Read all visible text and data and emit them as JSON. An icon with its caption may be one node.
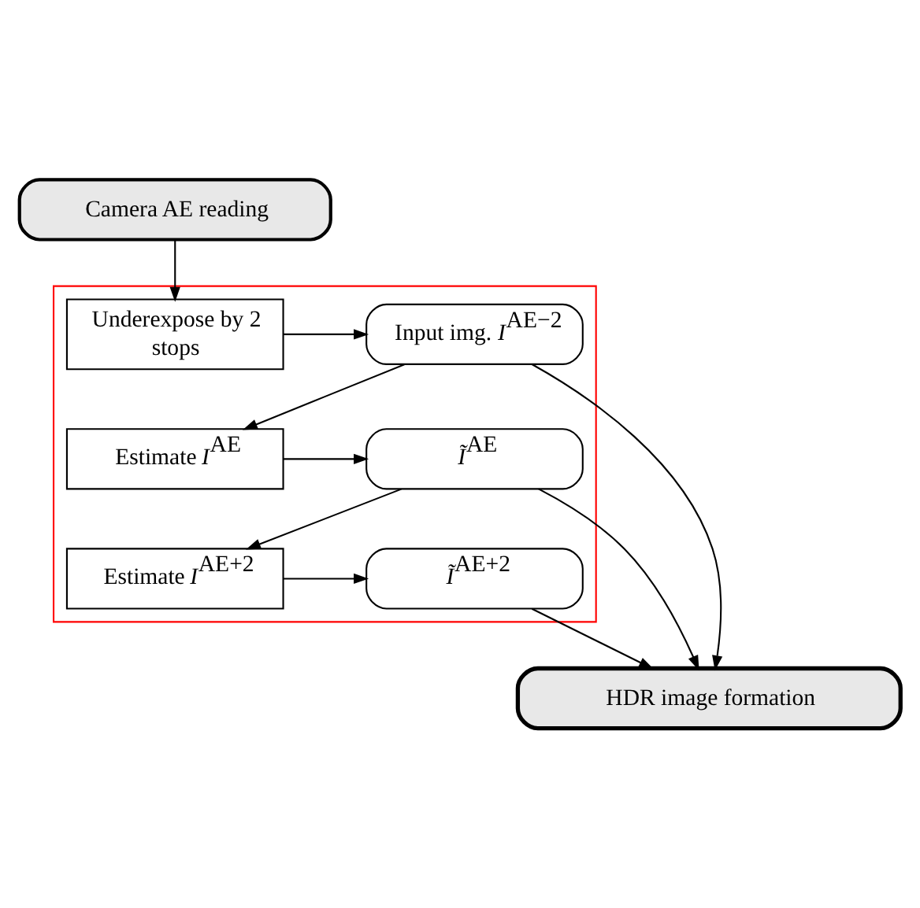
{
  "diagram": {
    "nodes": [
      {
        "text": [
          "Camera AE reading"
        ]
      },
      {
        "text": [],
        "shape": "box"
      },
      {
        "text": [
          "Underexpose by 2 stops"
        ],
        "in": 1
      },
      {
        "text": [
          "Input img. *I*$^{AE−2}$"
        ],
        "in": 1
      },
      {
        "text": [
          "*Ĩ*$^{AE}$"
        ],
        "in": 1
      },
      {
        "text": [
          "Estimate *I*$^{AE}$"
        ],
        "in": 1
      },
      {
        "text": [
          "Estimate *I*$^{AE+2}$"
        ],
        "in": 1
      },
      {
        "text": [
          "*Ĩ*$^{AE+2}$"
        ],
        "in": 1
      },
      {
        "text": [
          "HDR image formation"
        ]
      }
    ],
    "edges": [
      {
        "from": 0,
        "to": 2,
        "arrow": "to"
      },
      {
        "from": 2,
        "to": 3,
        "arrow": "to"
      },
      {
        "from": 3,
        "to": 5,
        "arrow": "to"
      },
      {
        "from": 5,
        "to": 4,
        "arrow": "to"
      },
      {
        "from": 4,
        "to": 6,
        "arrow": "to"
      },
      {
        "from": 6,
        "to": 7,
        "arrow": "to"
      },
      {
        "from": 4,
        "to": 8,
        "arrow": "to"
      },
      {
        "from": 7,
        "to": 8,
        "arrow": "to"
      },
      {
        "from": 3,
        "to": 8,
        "arrow": "to"
      }
    ]
  }
}
